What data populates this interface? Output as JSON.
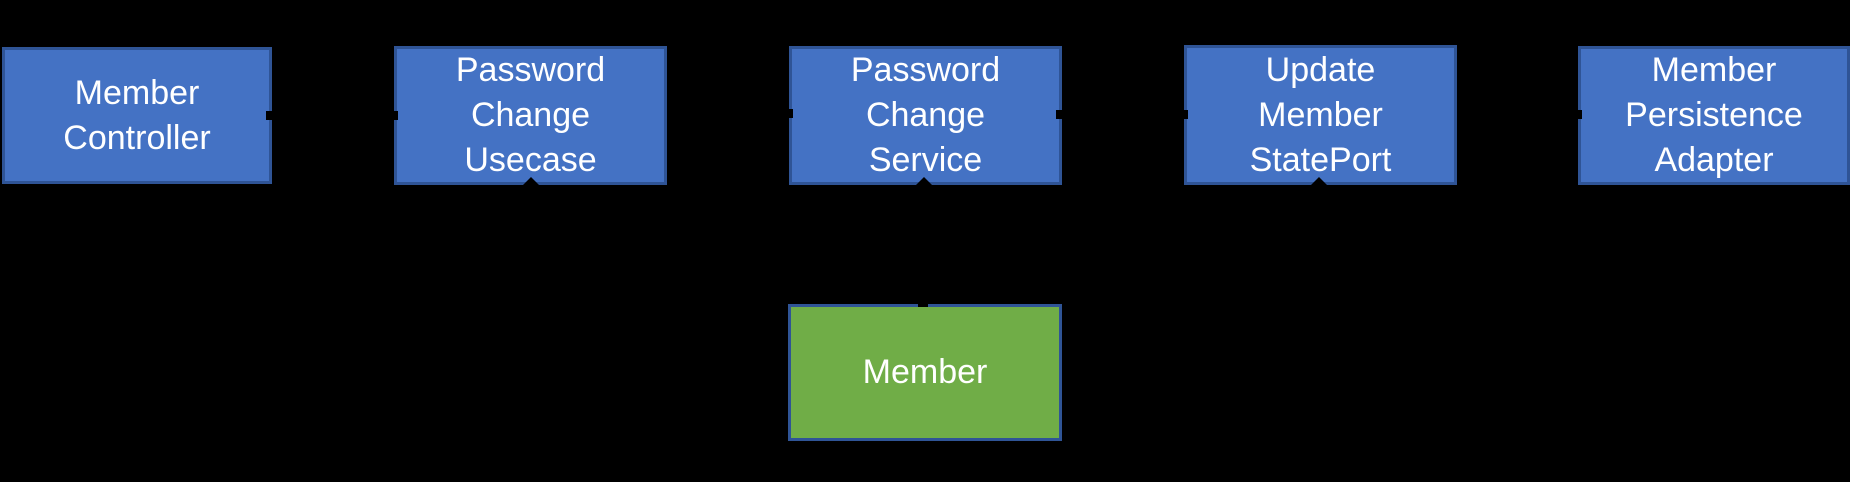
{
  "diagram": {
    "type": "architecture-flow",
    "background_color": "#000000",
    "palette": {
      "component_fill": "#4472C4",
      "component_border": "#2F5496",
      "entity_fill": "#70AD47",
      "entity_border": "#2F5496",
      "label_text": "#FFFFFF",
      "connector": "#000000"
    },
    "nodes": [
      {
        "id": "member-controller",
        "label": "Member\nController",
        "type": "component"
      },
      {
        "id": "password-change-usecase",
        "label": "Password\nChange\nUsecase",
        "type": "component"
      },
      {
        "id": "password-change-service",
        "label": "Password\nChange\nService",
        "type": "component"
      },
      {
        "id": "update-member-stateport",
        "label": "Update\nMember\nStatePort",
        "type": "component"
      },
      {
        "id": "member-persistence-adapter",
        "label": "Member\nPersistence\nAdapter",
        "type": "component"
      },
      {
        "id": "member",
        "label": "Member",
        "type": "entity"
      }
    ],
    "edges": [
      {
        "from": "member-controller",
        "to": "password-change-usecase",
        "visible": "arrowhead-nick-only"
      },
      {
        "from": "password-change-usecase",
        "to": "password-change-service",
        "visible": "arrowhead-nick-only"
      },
      {
        "from": "password-change-service",
        "to": "update-member-stateport",
        "visible": "arrowhead-nick-only"
      },
      {
        "from": "update-member-stateport",
        "to": "member-persistence-adapter",
        "visible": "arrowhead-nick-only"
      },
      {
        "from": "password-change-service",
        "to": "member",
        "visible": "arrowhead-nick-only"
      }
    ]
  }
}
